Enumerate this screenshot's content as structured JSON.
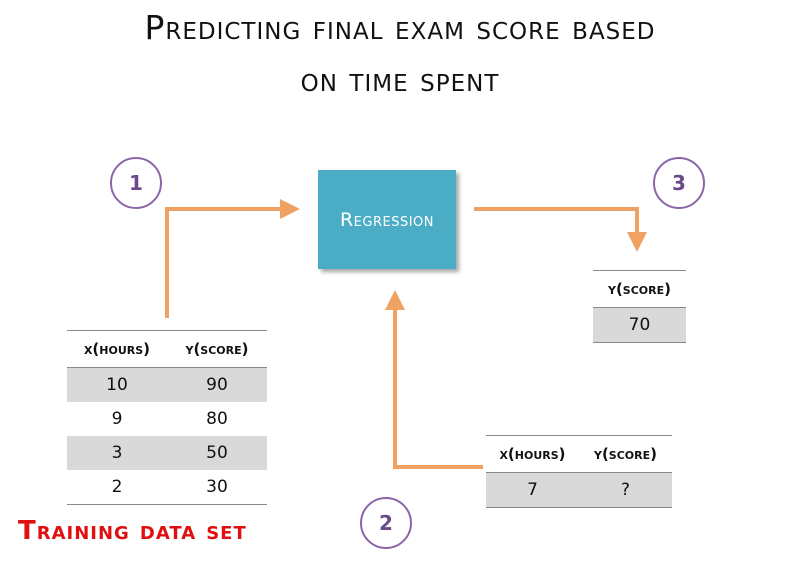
{
  "title": {
    "line1": "Predicting final exam score based",
    "line2": "on time spent"
  },
  "process": {
    "box_label": "Regression",
    "steps": [
      "1",
      "2",
      "3"
    ]
  },
  "training_table": {
    "headers": [
      "x(hours)",
      "y(score)"
    ],
    "rows": [
      [
        "10",
        "90"
      ],
      [
        "9",
        "80"
      ],
      [
        "3",
        "50"
      ],
      [
        "2",
        "30"
      ]
    ],
    "label": "Training data set"
  },
  "query_table": {
    "headers": [
      "x(hours)",
      "y(score)"
    ],
    "rows": [
      [
        "7",
        "?"
      ]
    ]
  },
  "output_table": {
    "headers": [
      "y(score)"
    ],
    "rows": [
      [
        "70"
      ]
    ]
  },
  "colors": {
    "arrow": "#f0a263",
    "box": "#4bacc6",
    "step_circle": "#8a66a8",
    "training_label": "#e01010",
    "row_shade": "#d9d9d9"
  }
}
